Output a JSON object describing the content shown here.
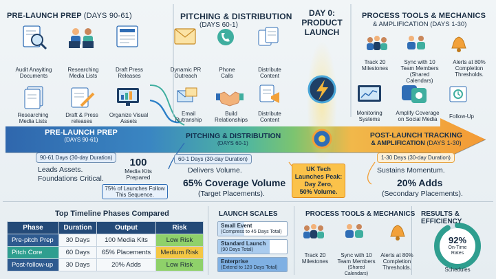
{
  "colors": {
    "navy": "#1f3f66",
    "blue": "#2f6db5",
    "teal": "#2f9e8f",
    "green": "#59b86a",
    "orange": "#f2a13a",
    "yellow": "#f7cf4a",
    "low_risk": "#8fd16a",
    "medium_risk": "#f4c744"
  },
  "prelaunch": {
    "title": "PRE-LAUNCH PREP",
    "range": "(DAYS 90-61)",
    "top_items": [
      {
        "label": "Audit Anayiting Documents",
        "icon": "magnifier-document-icon"
      },
      {
        "label": "Researching Media Lists",
        "icon": "team-laptops-icon"
      },
      {
        "label": "Draft Press Releases",
        "icon": "newspaper-icon"
      }
    ],
    "mid_items": [
      {
        "label": "Researching Media Lists",
        "icon": "document-stack-icon"
      },
      {
        "label": "Draft & Press releases",
        "icon": "pencil-paper-icon"
      },
      {
        "label": "Organize Visual Assets",
        "icon": "monitor-charts-icon"
      }
    ],
    "banner_title": "PRE-LAUNCH PREP",
    "banner_sub": "(DAYS 90-61)",
    "duration": "90-61 Days (30-day Duration)",
    "note_line1": "Leads Assets.",
    "note_line2": "Foundations Critical.",
    "kits_value": "100",
    "kits_label": "Media Kits Prepared",
    "launch_note": "75% of Launches Follow This Sequence."
  },
  "pitching": {
    "title": "PITCHING & DISTRIBUTION",
    "range": "(DAYS 60-1)",
    "top_items": [
      {
        "label": "Dynamic PR Outreach",
        "icon": "envelope-icon"
      },
      {
        "label": "Phone Calls",
        "icon": "phone-icon"
      },
      {
        "label": "Distribute Content",
        "icon": "distribute-docs-icon"
      }
    ],
    "mid_items": [
      {
        "label": "Email Rutranship",
        "icon": "email-icon"
      },
      {
        "label": "Build Relationships",
        "icon": "handshake-icon"
      },
      {
        "label": "Distribute Content",
        "icon": "megaphone-docs-icon"
      }
    ],
    "banner_title": "PITCHING & DISTRIBUTION",
    "banner_sub": "(DAYS 60-1)",
    "duration": "60-1 Days (30-day Duration)",
    "note": "Delivers Volume.",
    "big": "65% Coverage Volume",
    "big_sub": "(Target Placements)."
  },
  "day0": {
    "title_line1": "DAY 0:",
    "title_line2": "PRODUCT",
    "title_line3": "LAUNCH",
    "callout_line1": "UK Tech",
    "callout_line2": "Launches Peak:",
    "callout_line3": "Day Zero,",
    "callout_line4": "50% Volume."
  },
  "tools": {
    "title": "PROCESS TOOLS & MECHANICS",
    "subtitle": "& AMPLIFICATION (DAYS 1-30)",
    "top_items": [
      {
        "label": "Track 20 Milestones",
        "icon": "milestone-people-icon"
      },
      {
        "label": "Sync with 10 Team Members (Shared Calendars)",
        "icon": "team-sync-icon"
      },
      {
        "label": "Alerts at 80% Completion Thresholds.",
        "icon": "bell-icon"
      }
    ],
    "mid_items": [
      {
        "label": "Monitoring Systems",
        "icon": "monitoring-screen-icon"
      },
      {
        "label": "Amplify Coverage on Social Media",
        "icon": "social-media-icon"
      },
      {
        "label": "Follow-Up",
        "icon": "follow-up-icon"
      }
    ]
  },
  "postlaunch": {
    "banner_title": "POST-LAUNCH TRACKING",
    "banner_title2": "& AMPLIFICATION",
    "banner_sub": "(DAYS 1-30)",
    "duration": "1-30 Days (30-day Duration)",
    "note": "Sustains Momentum.",
    "big": "20% Adds",
    "big_sub": "(Secondary Placements)."
  },
  "table": {
    "title": "Top Timeline Phases Compared",
    "headers": [
      "Phase",
      "Duration",
      "Output",
      "Risk"
    ],
    "rows": [
      {
        "phase": "Pre-pitch Prep",
        "duration": "30 Days",
        "output": "100 Media Kits",
        "risk": "Low Risk"
      },
      {
        "phase": "Pitch Core",
        "duration": "60 Days",
        "output": "65% Placements",
        "risk": "Medium Risk"
      },
      {
        "phase": "Post-follow-up",
        "duration": "30 Days",
        "output": "20% Adds",
        "risk": "Low Risk"
      }
    ]
  },
  "scales": {
    "title": "LAUNCH SCALES",
    "items": [
      {
        "name": "Small Event",
        "detail": "(Compress to 45 Days Total)",
        "fill": 0.38
      },
      {
        "name": "Standard Launch",
        "detail": "(90 Days Total)",
        "fill": 0.75
      },
      {
        "name": "Enterprise",
        "detail": "(Extend to 120 Days Total)",
        "fill": 1.0
      }
    ]
  },
  "mechanics": {
    "title": "PROCESS TOOLS & MECHANICS",
    "items": [
      {
        "label": "Track 20 Milestones",
        "icon": "milestone-people-icon"
      },
      {
        "label": "Sync with 10 Team Members",
        "sub": "(Shared Calendars)",
        "icon": "team-sync-icon"
      },
      {
        "label": "Alerts at 80% Completion Thresholds.",
        "icon": "bell-icon"
      }
    ]
  },
  "results": {
    "title": "RESULTS & EFFICIENCY",
    "value": "92%",
    "percent": 92,
    "label_line1": "On-Time",
    "label_line2": "Rates",
    "label_line3": "Schedules"
  }
}
